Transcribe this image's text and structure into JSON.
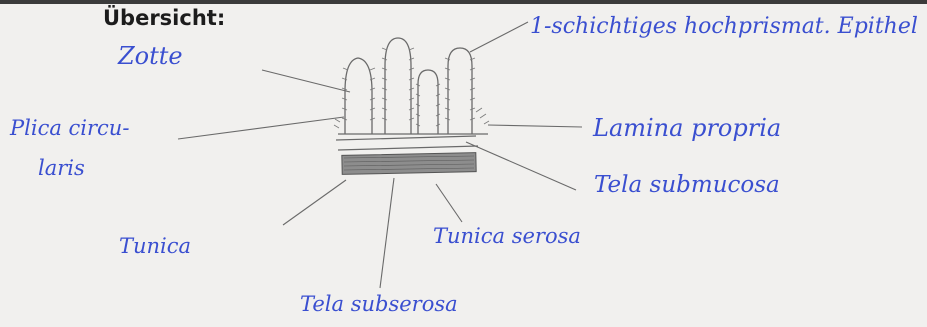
{
  "page": {
    "title": "Übersicht:"
  },
  "labels": {
    "zotte": "Zotte",
    "epithel": "1-schichtiges hochprismat. Epithel",
    "plica_line1": "Plica circu-",
    "plica_line2": "laris",
    "lamina_propria": "Lamina propria",
    "tela_submucosa": "Tela submucosa",
    "tunica": "Tunica",
    "tunica_serosa": "Tunica serosa",
    "tela_subserosa": "Tela subserosa"
  },
  "colors": {
    "ink_blue": "#3a4fd0",
    "pencil": "#6a6a6a",
    "background": "#f1f0ee"
  }
}
